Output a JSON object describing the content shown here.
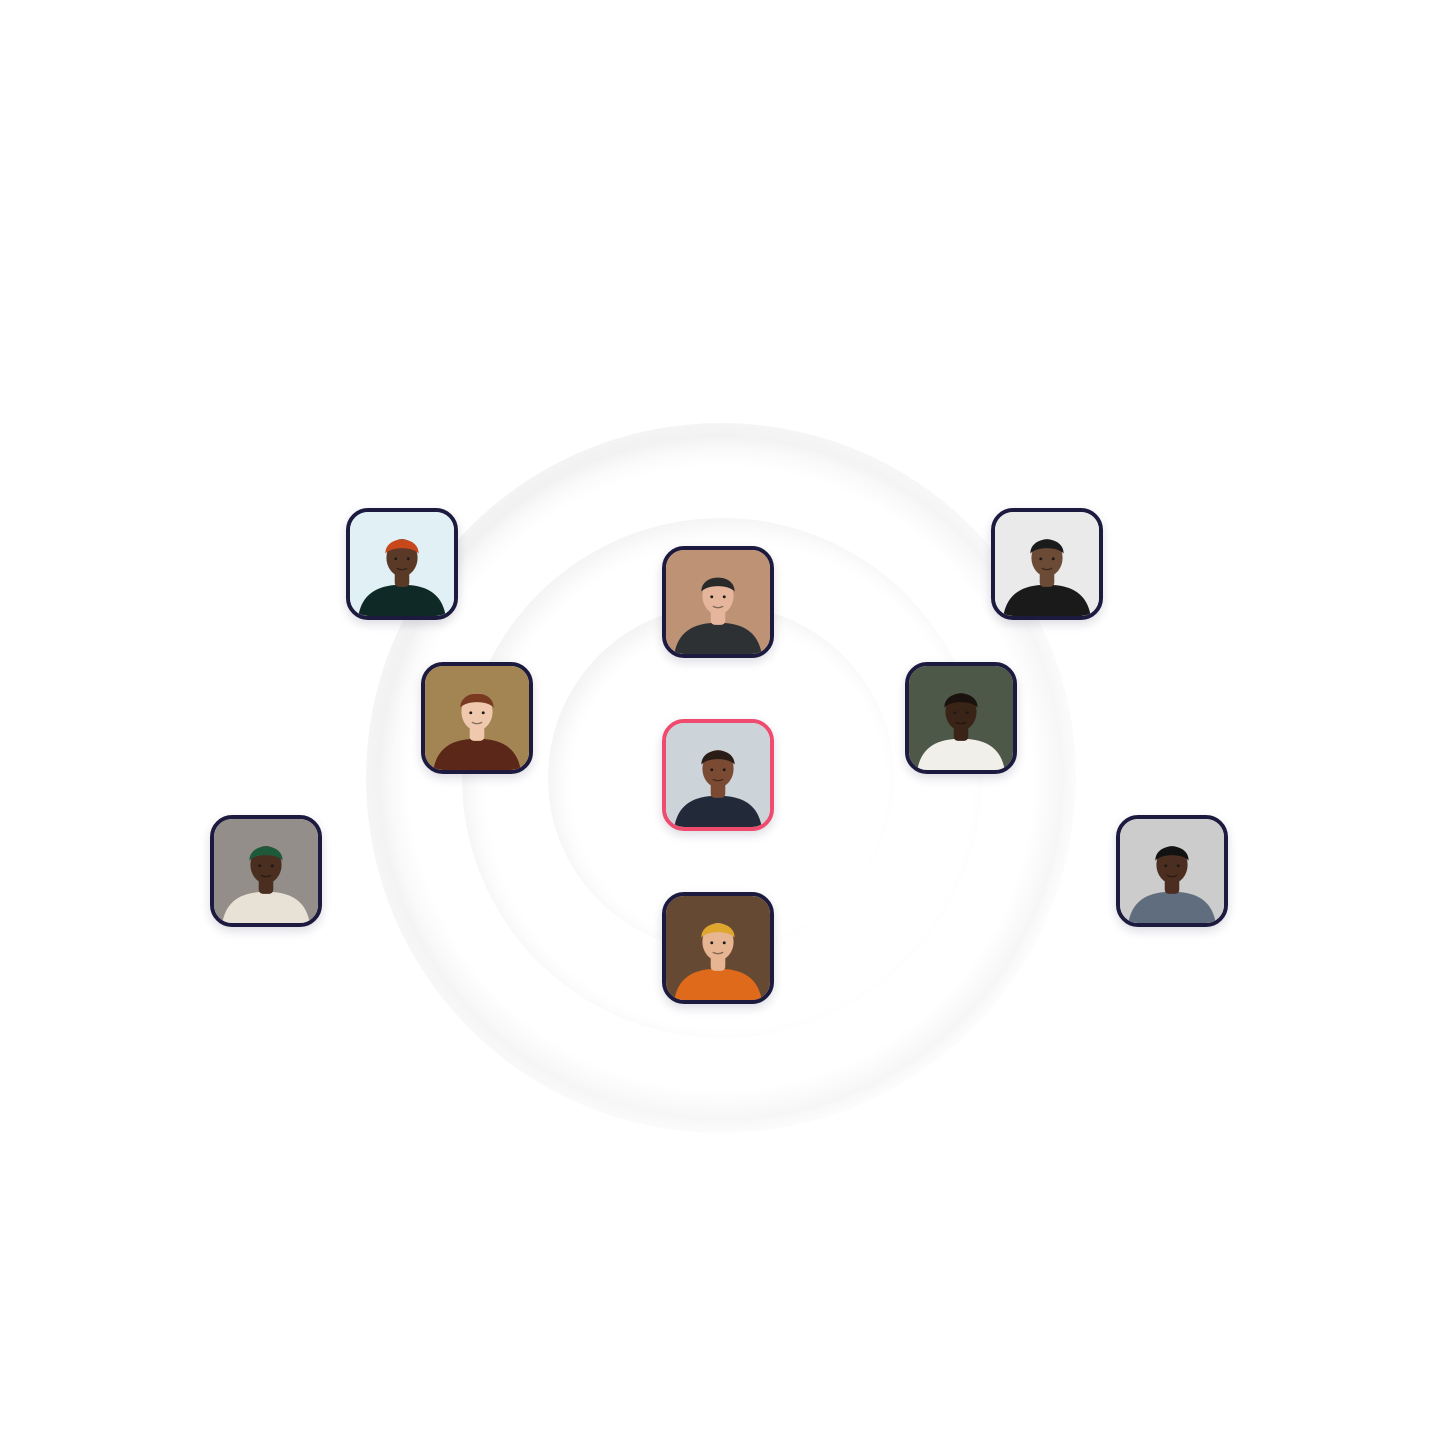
{
  "participants": [
    {
      "id": "p1",
      "slot": "top-left",
      "role": "participant",
      "bg": "#dfeff5",
      "skin": "#5a3a27",
      "hat": "#c8481c",
      "shirt": "#0f2a26"
    },
    {
      "id": "p2",
      "slot": "top-center",
      "role": "participant",
      "bg": "#b8896a",
      "skin": "#e5b69b",
      "hat": "#2a2a2a",
      "shirt": "#2e3134"
    },
    {
      "id": "p3",
      "slot": "top-right",
      "role": "participant",
      "bg": "#e9e9e9",
      "skin": "#6b4a36",
      "hat": "#1b1b1b",
      "shirt": "#1a1a1a"
    },
    {
      "id": "p4",
      "slot": "middle-left",
      "role": "participant",
      "bg": "#9c7b45",
      "skin": "#f0c8ad",
      "hat": "#7a3a22",
      "shirt": "#5b2718"
    },
    {
      "id": "p5",
      "slot": "center",
      "role": "speaker",
      "bg": "#c9d1d6",
      "skin": "#7a4a33",
      "hat": "#2a1c16",
      "shirt": "#222a3a"
    },
    {
      "id": "p6",
      "slot": "middle-right",
      "role": "participant",
      "bg": "#3f4a3a",
      "skin": "#3a2418",
      "hat": "#1a120e",
      "shirt": "#f1efe9"
    },
    {
      "id": "p7",
      "slot": "bottom-left",
      "role": "participant",
      "bg": "#8a8580",
      "skin": "#4a2e20",
      "hat": "#1e5a3a",
      "shirt": "#e7e1d6"
    },
    {
      "id": "p8",
      "slot": "bottom-right",
      "role": "participant",
      "bg": "#c8c8c8",
      "skin": "#4b2e1f",
      "hat": "#121212",
      "shirt": "#5f6d7e"
    },
    {
      "id": "p9",
      "slot": "bottom-center",
      "role": "participant",
      "bg": "#5a3a22",
      "skin": "#e8b592",
      "hat": "#e0a72f",
      "shirt": "#e06a1c"
    }
  ],
  "colors": {
    "avatar_border": "#1c1b3f",
    "speaker_border": "#ee4b6f",
    "background": "#ffffff"
  }
}
